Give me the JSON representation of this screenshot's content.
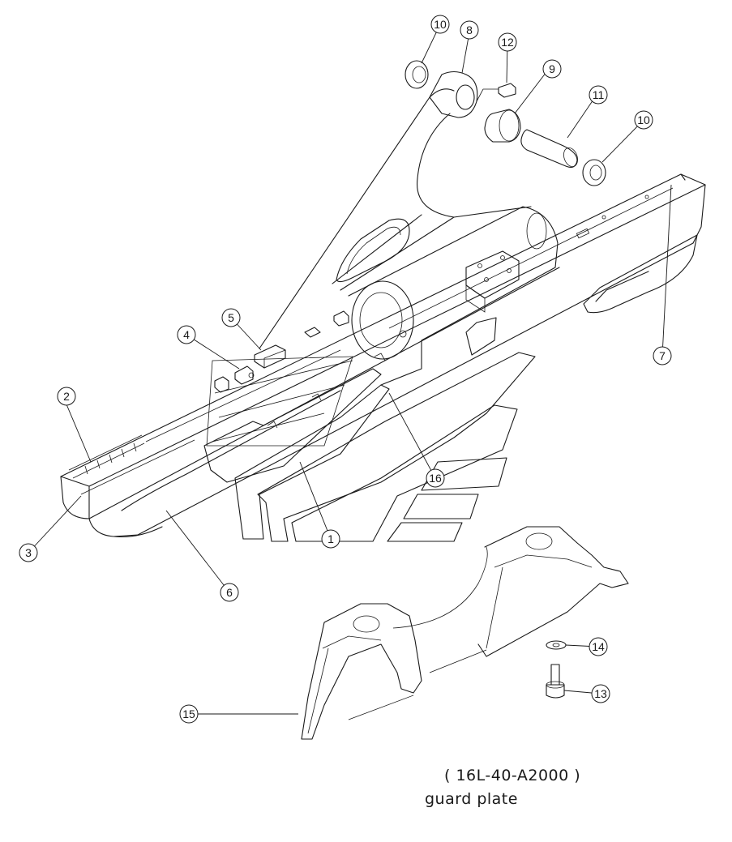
{
  "drawing": {
    "code": "( 16L-40-A2000 )",
    "title": "guard plate"
  },
  "callouts": [
    {
      "label": "1"
    },
    {
      "label": "2"
    },
    {
      "label": "3"
    },
    {
      "label": "4"
    },
    {
      "label": "5"
    },
    {
      "label": "6"
    },
    {
      "label": "7"
    },
    {
      "label": "8"
    },
    {
      "label": "9"
    },
    {
      "label": "10"
    },
    {
      "label": "10"
    },
    {
      "label": "11"
    },
    {
      "label": "12"
    },
    {
      "label": "13"
    },
    {
      "label": "14"
    },
    {
      "label": "15"
    },
    {
      "label": "16"
    }
  ]
}
